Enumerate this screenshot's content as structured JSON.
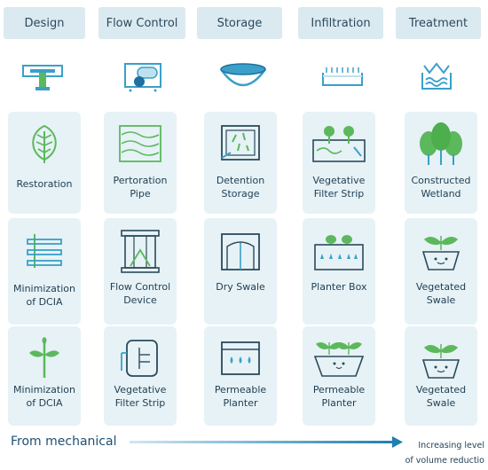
{
  "headers": [
    "Design",
    "Flow Control",
    "Storage",
    "Infiltration",
    "Treatment"
  ],
  "rows": [
    [
      {
        "label": "Restoration",
        "icon": "leaf-icon"
      },
      {
        "label": "Pertoration Pipe",
        "icon": "wavy-pipe-icon"
      },
      {
        "label": "Detention Storage",
        "icon": "detention-box-icon"
      },
      {
        "label": "Vegetative Filter Strip",
        "icon": "filter-strip-icon"
      },
      {
        "label": "Constructed Wetland",
        "icon": "trees-icon"
      }
    ],
    [
      {
        "label": "Minimization of DCIA",
        "icon": "pipes-stack-icon"
      },
      {
        "label": "Flow Control Device",
        "icon": "gate-device-icon"
      },
      {
        "label": "Dry Swale",
        "icon": "swale-frame-icon"
      },
      {
        "label": "Planter Box",
        "icon": "planter-box-icon"
      },
      {
        "label": "Vegetated Swale",
        "icon": "sprout-pot-icon"
      }
    ],
    [
      {
        "label": "Minimization of DCIA",
        "icon": "seedling-icon"
      },
      {
        "label": "Vegetative Filter Strip",
        "icon": "tank-icon"
      },
      {
        "label": "Permeable Planter",
        "icon": "drops-panel-icon"
      },
      {
        "label": "Permeable Planter",
        "icon": "plant-pot-icon"
      },
      {
        "label": "Vegetated Swale",
        "icon": "sprout-pot-icon"
      }
    ]
  ],
  "top_icons": [
    "t-pipe-icon",
    "flow-valve-icon",
    "storage-basin-icon",
    "infiltration-tray-icon",
    "treatment-water-icon"
  ],
  "footer": {
    "left": "From mechanical",
    "right_line1": "Increasing level",
    "right_line2": "of volume reductio"
  },
  "colors": {
    "accent_blue": "#3aa0c8",
    "accent_green": "#5cb85c",
    "card_bg": "#e6f2f6",
    "header_bg": "#dbeaf1"
  }
}
